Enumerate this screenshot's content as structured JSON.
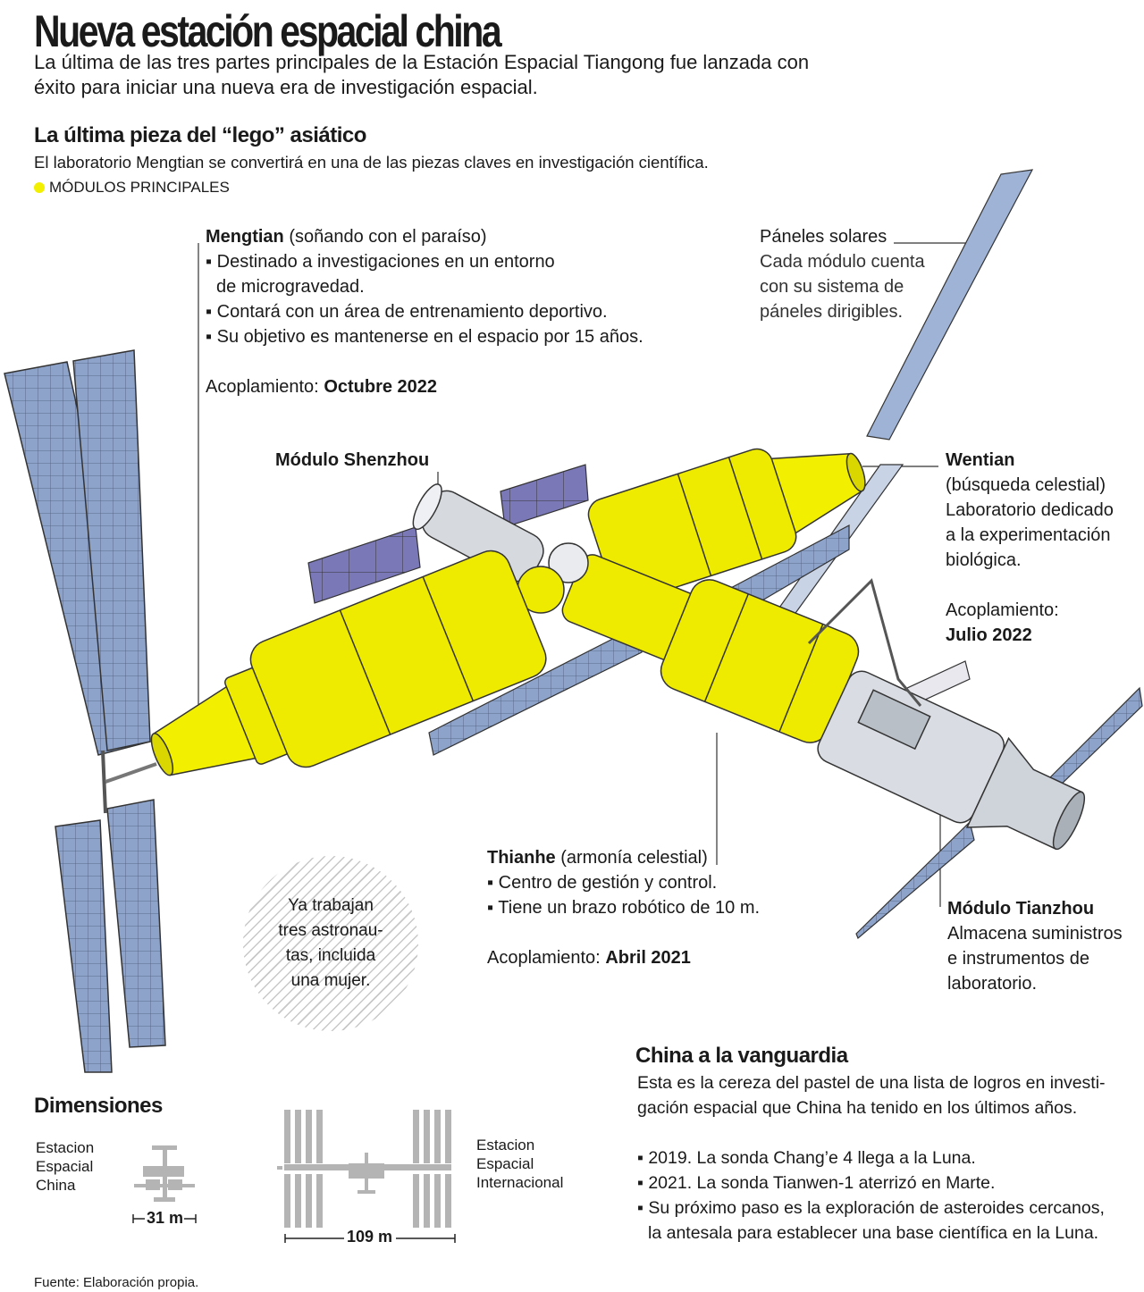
{
  "header": {
    "title": "Nueva estación espacial china",
    "subtitle": "La última de las tres partes principales de la Estación Espacial Tiangong fue lanzada con éxito para iniciar una nueva era de investigación espacial."
  },
  "section": {
    "heading": "La última pieza del “lego” asiático",
    "description": "El laboratorio Mengtian se convertirá en una de las piezas claves en investigación científica.",
    "legend": "MÓDULOS PRINCIPALES",
    "legend_color": "#f2ef00"
  },
  "mengtian": {
    "name": "Mengtian",
    "meaning": "(soñando con el paraíso)",
    "bullets": [
      "▪ Destinado a investigaciones en un entorno",
      "de microgravedad.",
      "▪ Contará con un área de entrenamiento deportivo.",
      "▪ Su objetivo es mantenerse en el espacio por 15 años."
    ],
    "docking_label": "Acoplamiento:",
    "docking_date": "Octubre 2022"
  },
  "paneles": {
    "name": "Páneles solares",
    "lines": [
      "Cada módulo cuenta",
      "con su sistema de",
      "páneles dirigibles."
    ]
  },
  "shenzhou": {
    "name": "Módulo Shenzhou"
  },
  "wentian": {
    "name": "Wentian",
    "lines": [
      "(búsqueda celestial)",
      "Laboratorio dedicado",
      "a la experimentación",
      "biológica."
    ],
    "docking_label": "Acoplamiento:",
    "docking_date": "Julio 2022"
  },
  "thianhe": {
    "name": "Thianhe",
    "meaning": "(armonía celestial)",
    "bullets": [
      "▪ Centro de gestión y control.",
      "▪ Tiene un brazo robótico de 10 m."
    ],
    "docking_label": "Acoplamiento:",
    "docking_date": "Abril 2021"
  },
  "tianzhou": {
    "name": "Módulo Tianzhou",
    "lines": [
      "Almacena suministros",
      "e instrumentos de",
      "laboratorio."
    ]
  },
  "astronauts": {
    "lines": [
      "Ya trabajan",
      "tres astronau-",
      "tas, incluida",
      "una mujer."
    ]
  },
  "vanguardia": {
    "heading": "China a la vanguardia",
    "lines": [
      "Esta es la cereza del pastel de una lista de logros en investi-",
      "gación espacial que China ha tenido en los últimos años."
    ],
    "bullets": [
      "▪ 2019. La sonda Chang’e 4 llega a la Luna.",
      "▪ 2021. La sonda Tianwen-1 aterrizó en Marte.",
      "▪ Su próximo paso es la exploración de asteroides cercanos,",
      "la antesala para establecer una base científica en la Luna."
    ]
  },
  "dimensiones": {
    "heading": "Dimensiones",
    "china_label": [
      "Estacion",
      "Espacial",
      "China"
    ],
    "china_size": "31 m",
    "iss_label": [
      "Estacion",
      "Espacial",
      "Internacional"
    ],
    "iss_size": "109 m"
  },
  "source": "Fuente: Elaboración propia."
}
